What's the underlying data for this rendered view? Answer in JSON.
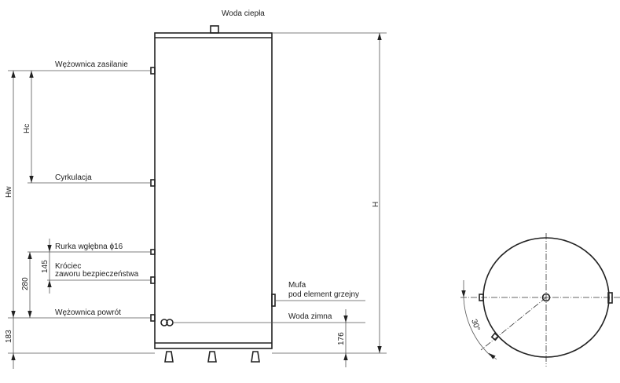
{
  "labels": {
    "hot_water": "Woda ciepła",
    "coil_supply": "Wężownica zasilanie",
    "circulation": "Cyrkulacja",
    "sensor_tube": "Rurka wgłębna  ϕ16",
    "valve_line1": "Króciec",
    "valve_line2": "zaworu bezpieczeństwa",
    "coil_return": "Wężownica powrót",
    "cold_water": "Woda zimna",
    "heater_line1": "Mufa",
    "heater_line2": "pod element grzejny"
  },
  "dimensions": {
    "H": "H",
    "Hw": "Hw",
    "Hc": "Hc",
    "d145": "145",
    "d280": "280",
    "d183": "183",
    "d176": "176",
    "angle": "30°"
  }
}
